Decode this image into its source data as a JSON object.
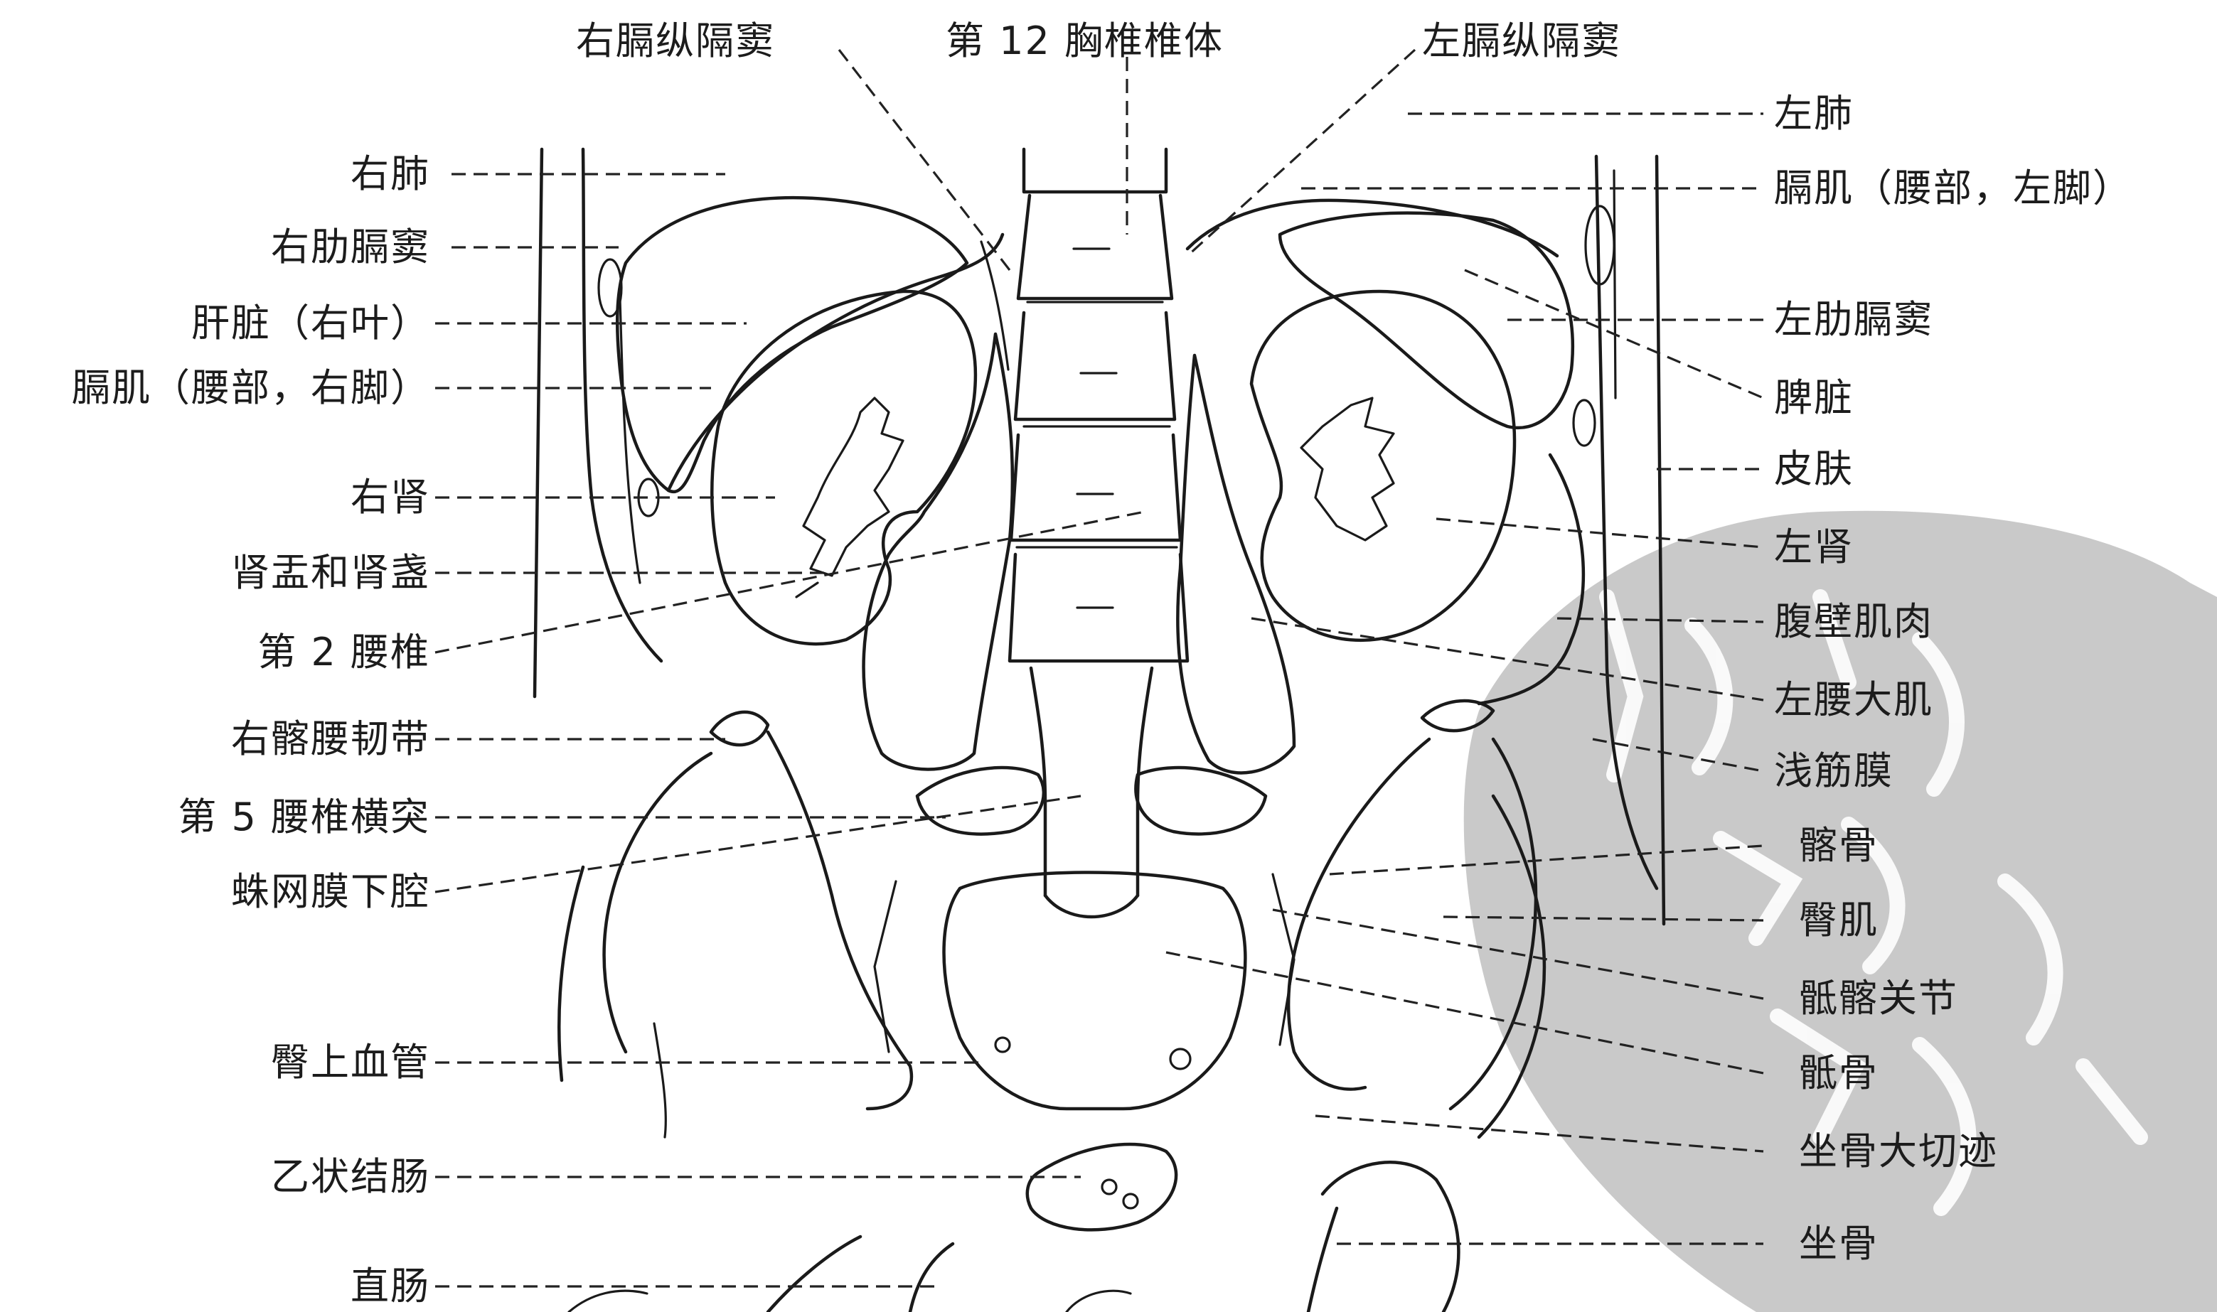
{
  "figure": {
    "top_labels": {
      "right_mediastinal_recess": "右膈纵隔窦",
      "t12_vertebral_body": "第 12 胸椎椎体",
      "left_mediastinal_recess": "左膈纵隔窦"
    },
    "left_labels": [
      {
        "id": "right-lung",
        "text": "右肺"
      },
      {
        "id": "right-costodiaphragmatic-recess",
        "text": "右肋膈窦"
      },
      {
        "id": "liver-right-lobe",
        "text": "肝脏（右叶）"
      },
      {
        "id": "diaphragm-lumbar-right-crus",
        "text": "膈肌（腰部，右脚）"
      },
      {
        "id": "right-kidney",
        "text": "右肾"
      },
      {
        "id": "renal-pelvis-calyces",
        "text": "肾盂和肾盏"
      },
      {
        "id": "l2-vertebra",
        "text": "第 2 腰椎"
      },
      {
        "id": "right-iliolumbar-ligament",
        "text": "右髂腰韧带"
      },
      {
        "id": "l5-transverse-process",
        "text": "第 5 腰椎横突"
      },
      {
        "id": "subarachnoid-space",
        "text": "蛛网膜下腔"
      },
      {
        "id": "superior-gluteal-vessels",
        "text": "臀上血管"
      },
      {
        "id": "sigmoid-colon",
        "text": "乙状结肠"
      },
      {
        "id": "rectum",
        "text": "直肠"
      }
    ],
    "right_labels": [
      {
        "id": "left-lung",
        "text": "左肺"
      },
      {
        "id": "diaphragm-lumbar-left-crus",
        "text": "膈肌（腰部，左脚）"
      },
      {
        "id": "left-costodiaphragmatic-recess",
        "text": "左肋膈窦"
      },
      {
        "id": "spleen",
        "text": "脾脏"
      },
      {
        "id": "skin",
        "text": "皮肤"
      },
      {
        "id": "left-kidney",
        "text": "左肾"
      },
      {
        "id": "abdominal-wall-muscles",
        "text": "腹壁肌肉"
      },
      {
        "id": "left-psoas-major",
        "text": "左腰大肌"
      },
      {
        "id": "superficial-fascia",
        "text": "浅筋膜"
      },
      {
        "id": "ilium",
        "text": "髂骨"
      },
      {
        "id": "gluteal-muscles",
        "text": "臀肌"
      },
      {
        "id": "sacroiliac-joint",
        "text": "骶髂关节"
      },
      {
        "id": "sacrum",
        "text": "骶骨"
      },
      {
        "id": "greater-sciatic-notch",
        "text": "坐骨大切迹"
      },
      {
        "id": "ischium",
        "text": "坐骨"
      }
    ],
    "line_color": "#1a1a1a",
    "watermark_color": "#c9c9c9"
  }
}
